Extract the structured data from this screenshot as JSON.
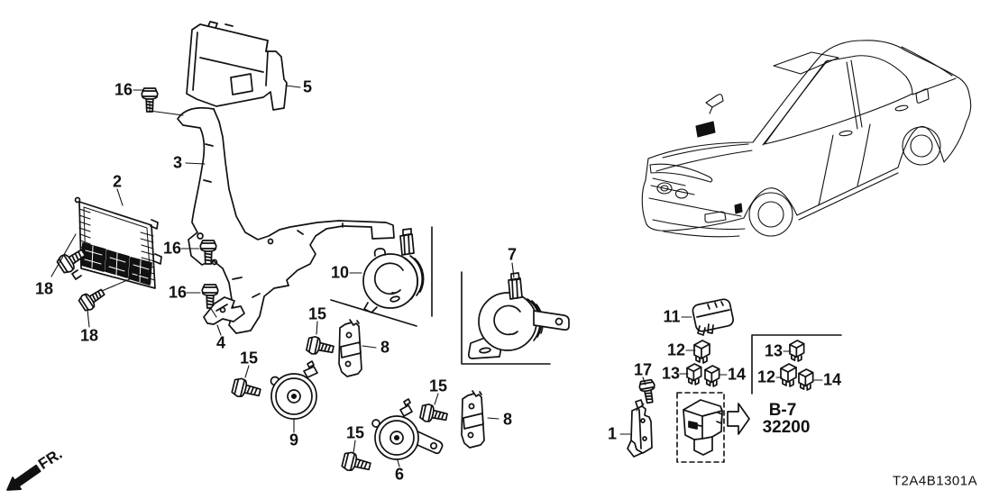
{
  "diagram": {
    "code": "T2A4B1301A",
    "direction_label": "FR.",
    "reference_box": {
      "line1": "B-7",
      "line2": "32200"
    },
    "ink_color": "#111111",
    "background_color": "#ffffff",
    "callouts": [
      {
        "text": "16"
      },
      {
        "text": "5"
      },
      {
        "text": "3"
      },
      {
        "text": "2"
      },
      {
        "text": "18"
      },
      {
        "text": "18"
      },
      {
        "text": "16"
      },
      {
        "text": "16"
      },
      {
        "text": "4"
      },
      {
        "text": "10"
      },
      {
        "text": "7"
      },
      {
        "text": "15"
      },
      {
        "text": "8"
      },
      {
        "text": "15"
      },
      {
        "text": "9"
      },
      {
        "text": "15"
      },
      {
        "text": "6"
      },
      {
        "text": "15"
      },
      {
        "text": "8"
      },
      {
        "text": "11"
      },
      {
        "text": "12"
      },
      {
        "text": "13"
      },
      {
        "text": "14"
      },
      {
        "text": "17"
      },
      {
        "text": "1"
      },
      {
        "text": "13"
      },
      {
        "text": "12"
      },
      {
        "text": "14"
      }
    ]
  }
}
